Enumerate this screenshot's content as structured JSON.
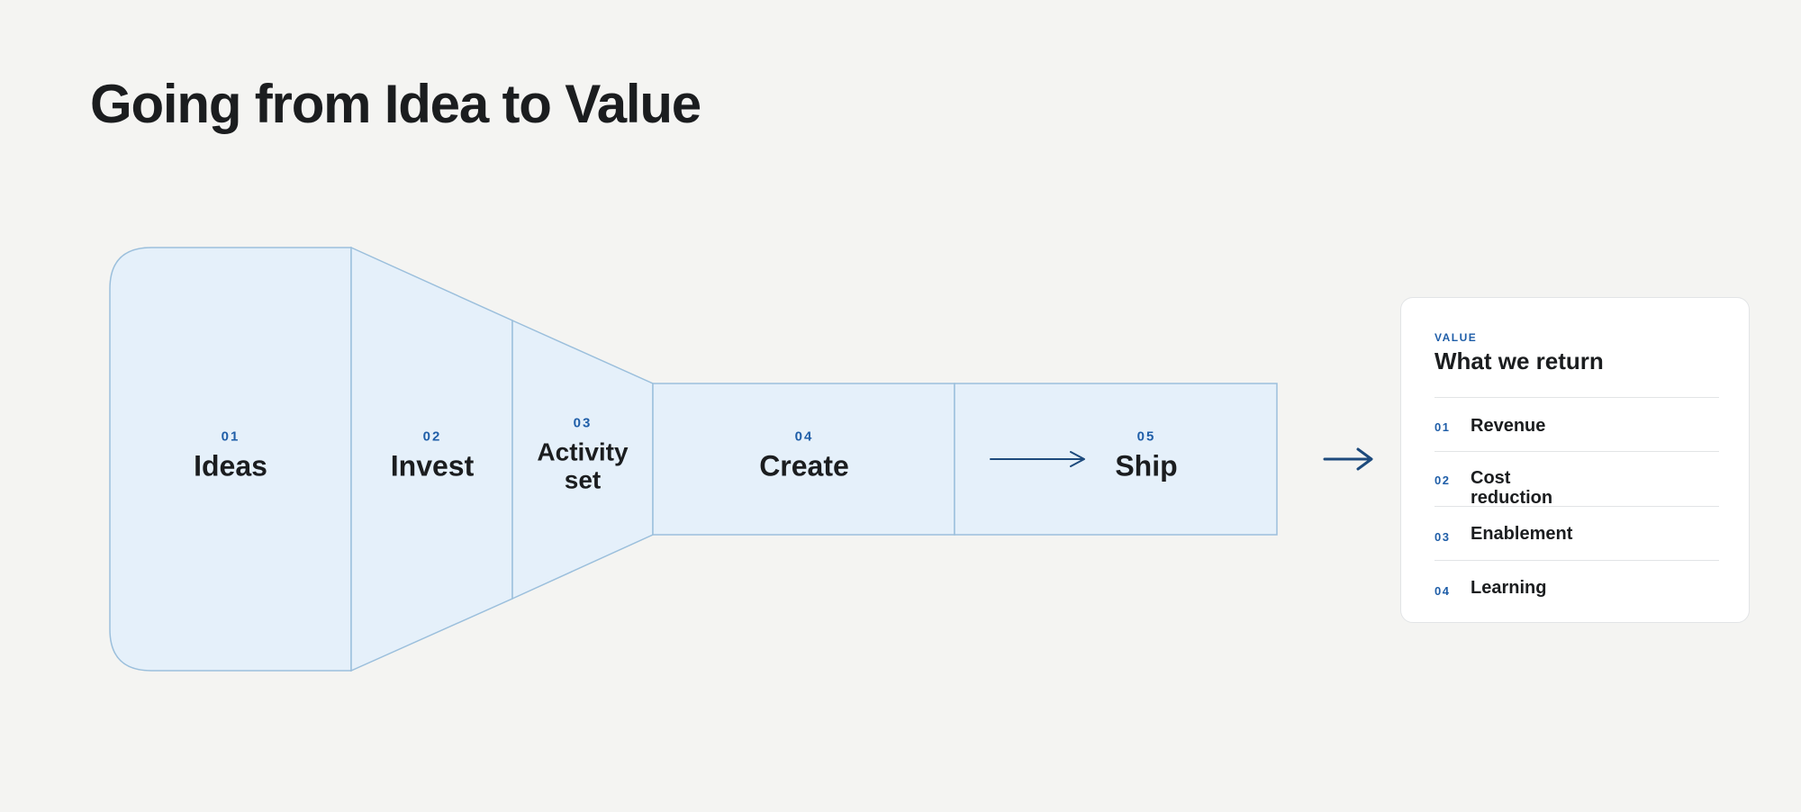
{
  "title": "Going from Idea to Value",
  "stages": [
    {
      "num": "01",
      "label": "Ideas"
    },
    {
      "num": "02",
      "label": "Invest"
    },
    {
      "num": "03",
      "label": "Activity set"
    },
    {
      "num": "04",
      "label": "Create"
    },
    {
      "num": "05",
      "label": "Ship"
    }
  ],
  "value_card": {
    "eyebrow": "VALUE",
    "title": "What we return",
    "items": [
      {
        "num": "01",
        "label": "Revenue"
      },
      {
        "num": "02",
        "label": "Cost reduction"
      },
      {
        "num": "03",
        "label": "Enablement"
      },
      {
        "num": "04",
        "label": "Learning"
      }
    ]
  },
  "colors": {
    "fill": "#e5f0fa",
    "stroke": "#9bbfdc",
    "accent": "#1f5ea8",
    "arrow": "#1d4a7c"
  }
}
